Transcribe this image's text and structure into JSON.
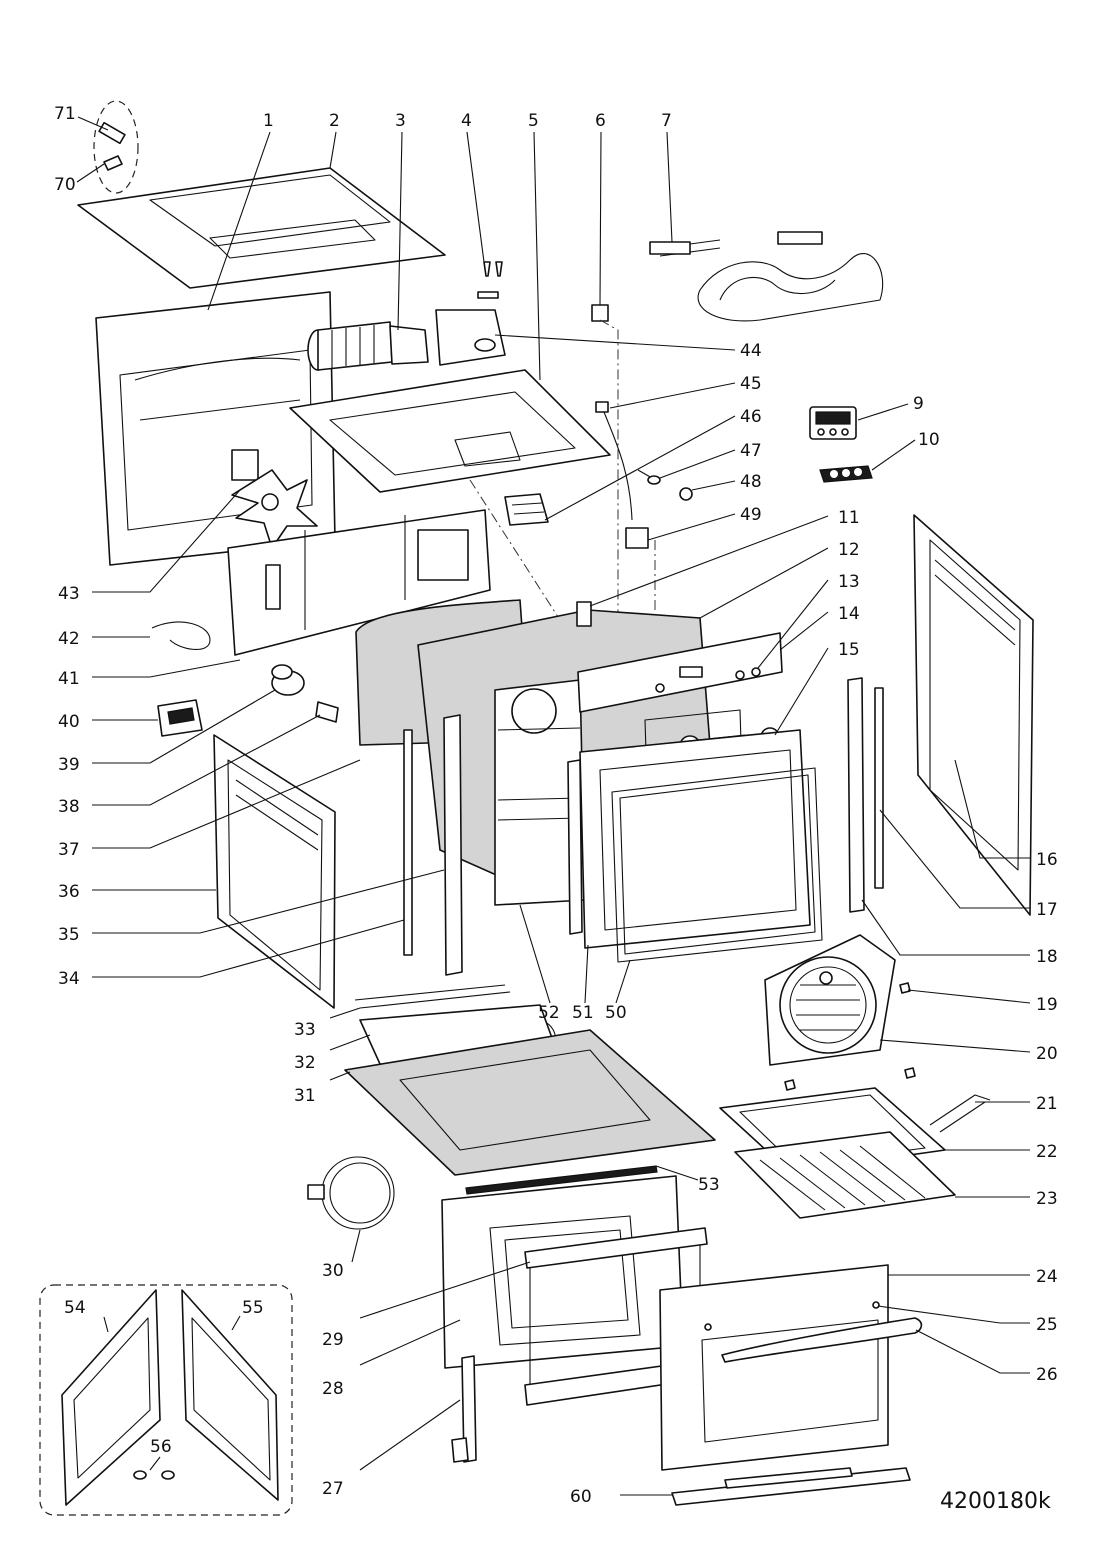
{
  "diagram": {
    "drawing_code": "4200180k",
    "callouts": [
      "1",
      "2",
      "3",
      "4",
      "5",
      "6",
      "7",
      "9",
      "10",
      "11",
      "12",
      "13",
      "14",
      "15",
      "16",
      "17",
      "18",
      "19",
      "20",
      "21",
      "22",
      "23",
      "24",
      "25",
      "26",
      "27",
      "28",
      "29",
      "30",
      "31",
      "32",
      "33",
      "34",
      "35",
      "36",
      "37",
      "38",
      "39",
      "40",
      "41",
      "42",
      "43",
      "44",
      "45",
      "46",
      "47",
      "48",
      "49",
      "50",
      "51",
      "52",
      "53",
      "54",
      "55",
      "56",
      "60",
      "70",
      "71"
    ]
  }
}
